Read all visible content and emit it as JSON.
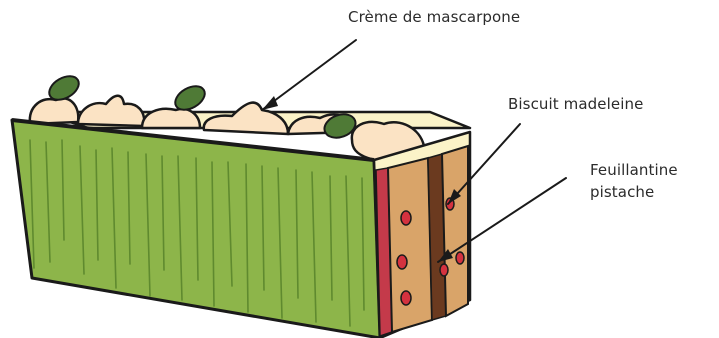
{
  "labels": {
    "mascarpone": "Crème de mascarpone",
    "madeleine": "Biscuit madeleine",
    "feuillantine_line1": "Feuillantine",
    "feuillantine_line2": "pistache"
  },
  "colors": {
    "outline": "#1a1a1a",
    "green_glaze": "#8db54a",
    "green_stripe": "#5f8a2f",
    "cream": "#fbe3c4",
    "cake_top": "#fbf3c8",
    "biscuit": "#d9a469",
    "feuillantine": "#6b3a1f",
    "berry": "#d4323f",
    "pistachio_leaf": "#4f7a36"
  },
  "icons": {
    "arrow": "arrow-icon",
    "leaf": "pistachio-leaf-icon"
  }
}
